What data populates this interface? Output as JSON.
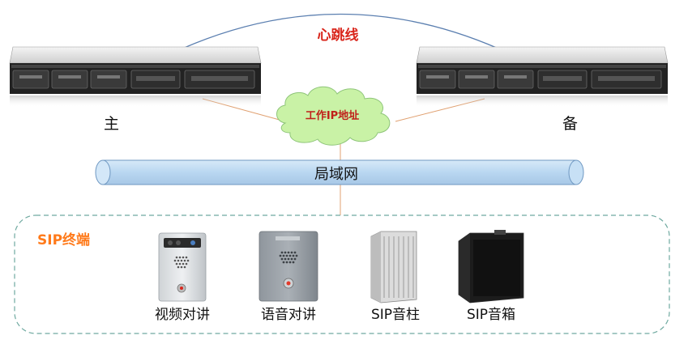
{
  "heartbeat_label": "心跳线",
  "primary_label": "主",
  "standby_label": "备",
  "cloud_label": "工作IP地址",
  "lan_label": "局域网",
  "sip_group_title": "SIP终端",
  "devices": [
    {
      "label": "视频对讲",
      "icon": "video-intercom-panel-icon"
    },
    {
      "label": "语音对讲",
      "icon": "voice-intercom-panel-icon"
    },
    {
      "label": "SIP音柱",
      "icon": "column-speaker-icon"
    },
    {
      "label": "SIP音箱",
      "icon": "box-speaker-icon"
    }
  ],
  "colors": {
    "heartbeat_text": "#d9261c",
    "cloud_fill": "#c9f2a6",
    "lan_bar": "#bcd9f2",
    "sip_title": "#ff7a1a",
    "dashed_border": "#6fa9a0"
  }
}
